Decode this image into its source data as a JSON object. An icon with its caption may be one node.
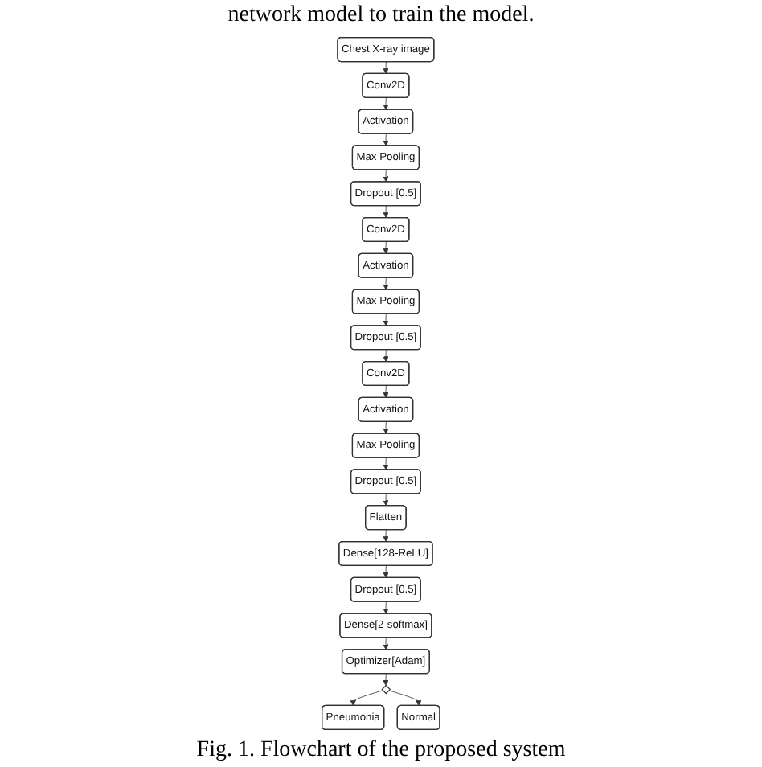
{
  "diagram": {
    "caption": "Fig. 1. Flowchart of the proposed system",
    "nodes": [
      {
        "text": [
          "Chest X-ray image"
        ]
      },
      {
        "text": [
          "Conv2D"
        ]
      },
      {
        "text": [
          "Activation"
        ]
      },
      {
        "text": [
          "Max Pooling"
        ]
      },
      {
        "text": [
          "Dropout [0.5]"
        ]
      },
      {
        "text": [
          "Conv2D"
        ]
      },
      {
        "text": [
          "Activation"
        ]
      },
      {
        "text": [
          "Max Pooling"
        ]
      },
      {
        "text": [
          "Dropout [0.5]"
        ]
      },
      {
        "text": [
          "Conv2D"
        ]
      },
      {
        "text": [
          "Activation"
        ]
      },
      {
        "text": [
          "Max Pooling"
        ]
      },
      {
        "text": [
          "Dropout [0.5]"
        ]
      },
      {
        "text": [
          "Flatten"
        ]
      },
      {
        "text": [
          "Dense[128-ReLU]"
        ]
      },
      {
        "text": [
          "Dropout [0.5]"
        ]
      },
      {
        "text": [
          "Dense[2-softmax]"
        ]
      },
      {
        "text": [
          "Optimizer[Adam]"
        ]
      },
      {
        "text": [],
        "shape": "diamond"
      },
      {
        "text": [
          "Pneumonia"
        ]
      },
      {
        "text": [
          "Normal"
        ]
      }
    ],
    "edges": [
      {
        "from": 0,
        "to": 1,
        "arrow": "to"
      },
      {
        "from": 1,
        "to": 2,
        "arrow": "to"
      },
      {
        "from": 2,
        "to": 3,
        "arrow": "to"
      },
      {
        "from": 3,
        "to": 4,
        "arrow": "to"
      },
      {
        "from": 4,
        "to": 5,
        "arrow": "to"
      },
      {
        "from": 5,
        "to": 6,
        "arrow": "to"
      },
      {
        "from": 6,
        "to": 7,
        "arrow": "to"
      },
      {
        "from": 7,
        "to": 8,
        "arrow": "to"
      },
      {
        "from": 8,
        "to": 9,
        "arrow": "to"
      },
      {
        "from": 9,
        "to": 10,
        "arrow": "to"
      },
      {
        "from": 10,
        "to": 11,
        "arrow": "to"
      },
      {
        "from": 11,
        "to": 12,
        "arrow": "to"
      },
      {
        "from": 12,
        "to": 13,
        "arrow": "to"
      },
      {
        "from": 13,
        "to": 14,
        "arrow": "to"
      },
      {
        "from": 14,
        "to": 15,
        "arrow": "to"
      },
      {
        "from": 15,
        "to": 16,
        "arrow": "to"
      },
      {
        "from": 16,
        "to": 17,
        "arrow": "to"
      },
      {
        "from": 17,
        "to": 18,
        "arrow": "to"
      },
      {
        "from": 18,
        "to": 19,
        "arrow": "to"
      },
      {
        "from": 18,
        "to": 20,
        "arrow": "to"
      }
    ],
    "labels": [
      "network model to train the model."
    ]
  }
}
